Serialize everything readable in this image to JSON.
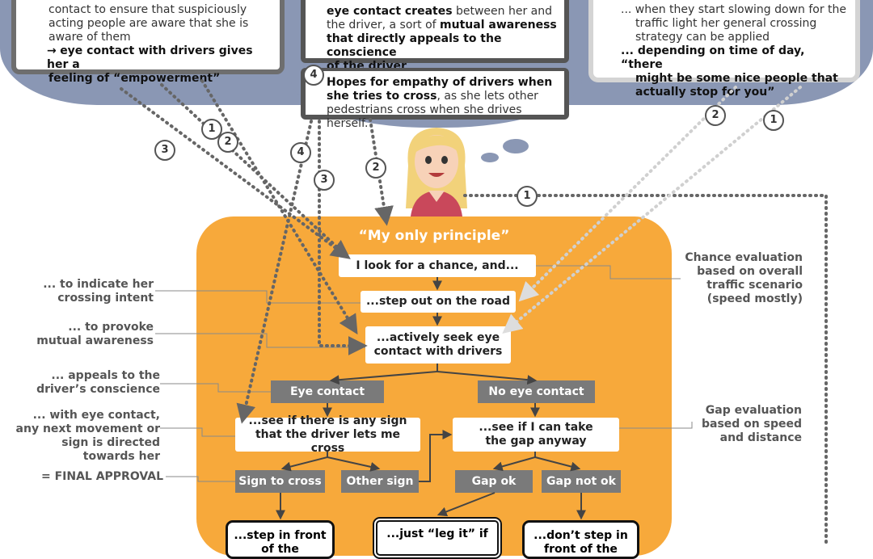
{
  "clouds": {
    "left": {
      "lines": [
        "contact to ensure that suspiciously",
        "acting people are aware that she is",
        "aware of them"
      ],
      "arrow_glyph": "→",
      "bold_1": "eye contact with drivers gives her a",
      "bold_2": "feeling of “empowerment”"
    },
    "center_top": {
      "line1_bold": "eye contact creates",
      "line1_rest": " between her and",
      "line2_start": "the driver, a sort of ",
      "line2_bold": "mutual awareness",
      "line3_bold": "that directly appeals to the conscience",
      "line4_bold": "of the driver",
      "line4_end": "."
    },
    "center_bottom": {
      "number": "4",
      "bold_1": "Hopes for empathy of drivers when",
      "bold_2": "she tries to cross",
      "rest_2": ", as she lets other",
      "line3": "pedestrians cross when she drives herself."
    },
    "right": {
      "line1": "... when they start slowing down for the",
      "line2": "traffic light her general crossing",
      "line3": "strategy can be applied",
      "bold_1": "... depending on time of day, “there",
      "bold_2": "might be some nice people that",
      "bold_3": "actually stop for you”"
    }
  },
  "path_numbers": {
    "a": "3",
    "b": "1",
    "c": "2",
    "d": "4",
    "e": "3",
    "f": "2",
    "g": "1",
    "h": "2",
    "i": "1"
  },
  "flow": {
    "title": "“My only principle”",
    "step1": "I look for a chance, and...",
    "step2": "...step out on the road",
    "step3": "...actively seek eye contact with drivers",
    "branch_yes": "Eye contact",
    "branch_no": "No eye contact",
    "check_sign": "...see if there is any sign that the driver lets me cross",
    "check_gap": "...see if I can take the gap anyway",
    "sign_to_cross": "Sign to cross",
    "other_sign": "Other sign",
    "gap_ok": "Gap ok",
    "gap_not_ok": "Gap not ok",
    "out_left": "...step in front of the",
    "out_mid": "...just “leg it” if",
    "out_right": "...don’t step in front of the"
  },
  "annotations": {
    "indicate": "... to indicate her crossing intent",
    "provoke": "... to provoke mutual awareness",
    "appeals": "... appeals to the driver’s conscience",
    "directed": "... with eye contact, any next movement or sign is directed towards her",
    "final": "= FINAL APPROVAL",
    "chance": "Chance evaluation based on overall traffic scenario (speed mostly)",
    "gap": "Gap evaluation based on speed and distance"
  },
  "colors": {
    "cloud": "#8a97b4",
    "orange": "#f7a93b",
    "gray_box": "#7a7a7a",
    "dots": "#666666"
  },
  "icons": {
    "avatar": "woman-avatar-icon"
  }
}
